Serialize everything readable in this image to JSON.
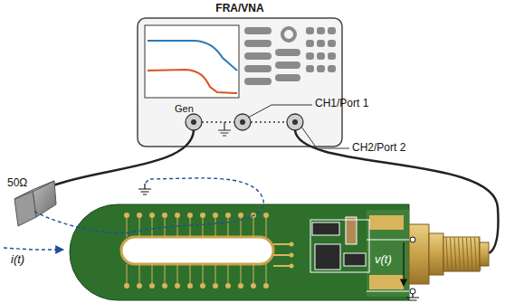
{
  "diagram": {
    "nodes": [
      {
        "text": [
          "FRA/VNA"
        ]
      }
    ],
    "labels": [
      "Gen",
      "CH1/Port 1",
      "CH2/Port 2",
      "50Ω",
      "i(t)",
      "v(t)"
    ]
  }
}
